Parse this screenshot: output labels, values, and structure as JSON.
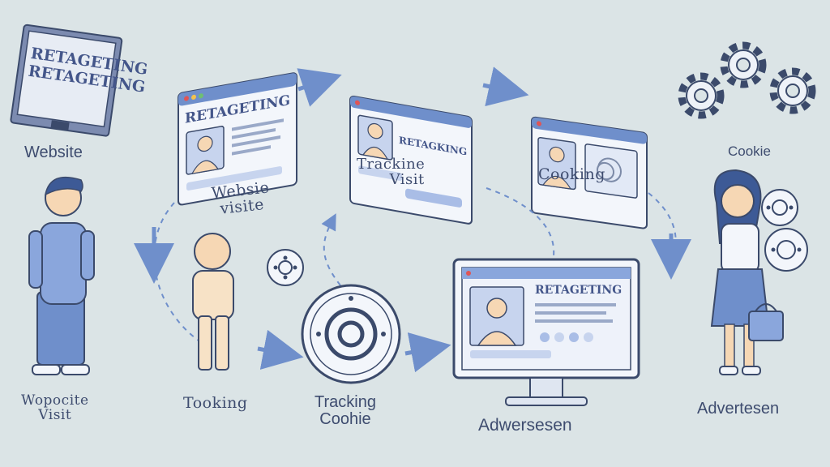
{
  "palette": {
    "background": "#dbe4e6",
    "ink": "#3b4a6b",
    "accent_blue": "#6f8fcb",
    "panel": "#f3f6fb",
    "skin": "#f6d7b4",
    "shirt": "#7c98d3"
  },
  "monitor_text": [
    "RETAGETING",
    "RETAGETING"
  ],
  "card1_title": "RETAGETING",
  "card2_title": "RETAGKING",
  "screen_title": "RETAGETING",
  "labels": {
    "website_top": "Website",
    "website_visit_line1": "Websie",
    "website_visit_line2": "visite",
    "tracking_top_line1": "Trackine",
    "tracking_top_line2": "Visit",
    "cooking_top": "Cooking",
    "cookie_top": "Cookie",
    "person_left_line1": "Wopocite",
    "person_left_line2": "Visit",
    "tooking": "Tooking",
    "tracking_cookie_line1": "Tracking",
    "tracking_cookie_line2": "Coohie",
    "advertising_center": "Adwersesen",
    "advertising_right": "Advertesen"
  },
  "icons": [
    "monitor-icon",
    "browser-window-icon",
    "arrow-icon",
    "gear-icon",
    "cookie-icon",
    "person-icon"
  ]
}
